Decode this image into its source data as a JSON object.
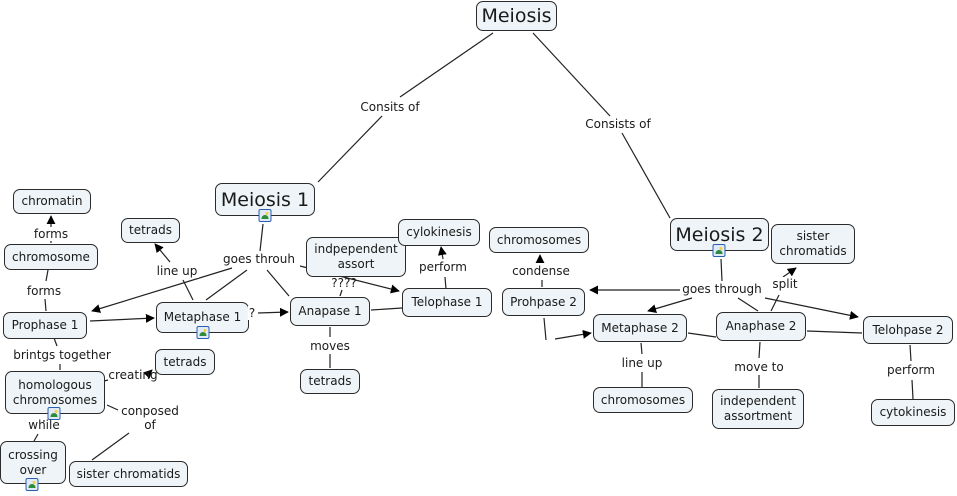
{
  "diagram": {
    "type": "concept-map",
    "title": "Meiosis",
    "nodes": {
      "meiosis": "Meiosis",
      "meiosis1": "Meiosis 1",
      "meiosis2": "Meiosis 2",
      "chromatin": "chromatin",
      "chromosome": "chromosome",
      "prophase1": "Prophase 1",
      "tetrads_lineup": "tetrads",
      "metaphase1": "Metaphase 1",
      "anapase1": "Anapase 1",
      "indep_assort": "indpependent\nassort",
      "cylokinesis": "cylokinesis",
      "telophase1": "Telophase 1",
      "tetrads_moves": "tetrads",
      "tetrads_creating": "tetrads",
      "homologous": "homologous\nchromosomes",
      "crossing_over": "crossing\nover",
      "sister_chromatids_1": "sister chromatids",
      "chromosomes_condense": "chromosomes",
      "prohpase2": "Prohpase 2",
      "metaphase2": "Metaphase 2",
      "anaphase2": "Anaphase 2",
      "telohpase2": "Telohpase 2",
      "sister_chromatids_2": "sister\nchromatids",
      "chromosomes_lineup": "chromosomes",
      "indep_assortment": "independent\nassortment",
      "cytokinesis2": "cytokinesis"
    },
    "links": {
      "consits_of": "Consits of",
      "consists_of": "Consists of",
      "forms_1": "forms",
      "forms_2": "forms",
      "goes_throuh": "goes throuh",
      "line_up_1": "line up",
      "question_mark": "?",
      "qqqq": "????",
      "perform_1": "perform",
      "moves": "moves",
      "brintgs_together": "brintgs together",
      "creating": "creating",
      "while": "while",
      "conposed_of": "conposed\nof",
      "condense": "condense",
      "goes_through": "goes through",
      "split": "split",
      "line_up_2": "line up",
      "move_to": "move to",
      "perform_2": "perform"
    }
  }
}
